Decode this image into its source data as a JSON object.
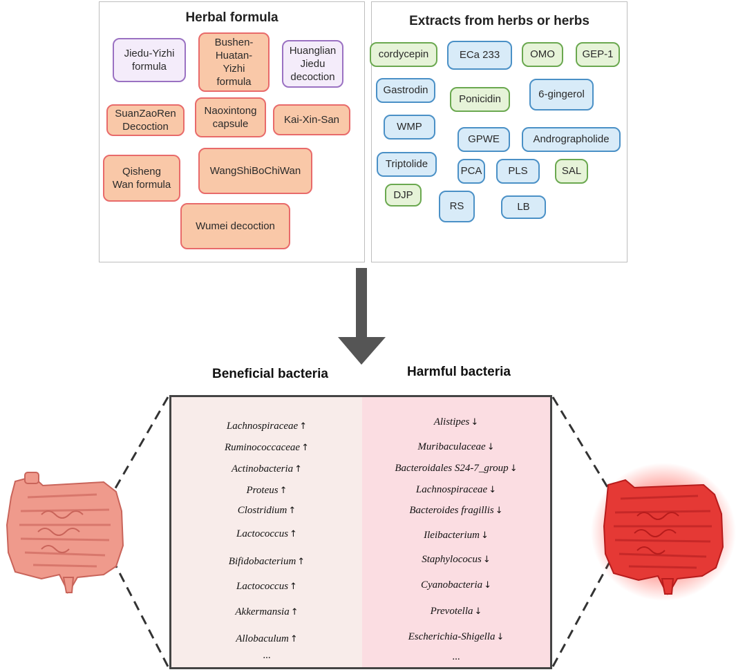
{
  "herbal_formula": {
    "title": "Herbal formula",
    "items": [
      "Jiedu-Yizhi\nformula",
      "Bushen-\nHuatan-\nYizhi\nformula",
      "Huanglian\nJiedu\ndecoction",
      "SuanZaoRen\nDecoction",
      "Naoxintong\ncapsule",
      "Kai-Xin-San",
      "Qisheng\nWan formula",
      "WangShiBoChiWan",
      "Wumei decoction"
    ]
  },
  "extracts": {
    "title": "Extracts from herbs or herbs",
    "items": [
      "cordycepin",
      "ECa 233",
      "OMO",
      "GEP-1",
      "Gastrodin",
      "Ponicidin",
      "6-gingerol",
      "WMP",
      "GPWE",
      "Andrographolide",
      "Triptolide",
      "PCA",
      "PLS",
      "SAL",
      "DJP",
      "RS",
      "LB"
    ]
  },
  "beneficial": {
    "title": "Beneficial bacteria",
    "arrow": "↑",
    "items": [
      "Lachnospiraceae",
      "Ruminococcaceae",
      "Actinobacteria",
      "Proteus",
      "Clostridium",
      "Lactococcus",
      "Bifidobacterium",
      "Lactococcus",
      "Akkermansia",
      "Allobaculum"
    ],
    "more": "..."
  },
  "harmful": {
    "title": "Harmful bacteria",
    "arrow": "↓",
    "items": [
      "Alistipes",
      "Muribaculaceae",
      "Bacteroidales S24-7_group",
      "Lachnospiraceae",
      "Bacteroides fragillis",
      "Ileibacterium",
      "Staphylococus",
      "Cyanobacteria",
      "Prevotella",
      "Escherichia-Shigella"
    ],
    "more": "..."
  },
  "colors": {
    "purple_fill": "#f4ecfa",
    "purple_border": "#9a71c2",
    "orange_fill": "#f9c8a8",
    "orange_border": "#e86a6a",
    "green_fill": "#e6f3d8",
    "green_border": "#6aa84f",
    "blue_fill": "#d8ebf8",
    "blue_border": "#4a90c6",
    "arrow": "#555555",
    "healthy_intestine": "#ef9a8c",
    "inflamed_intestine": "#e53935"
  },
  "icons": {
    "arrow": "down-arrow-icon",
    "healthy": "healthy-intestine-icon",
    "inflamed": "inflamed-intestine-icon"
  }
}
